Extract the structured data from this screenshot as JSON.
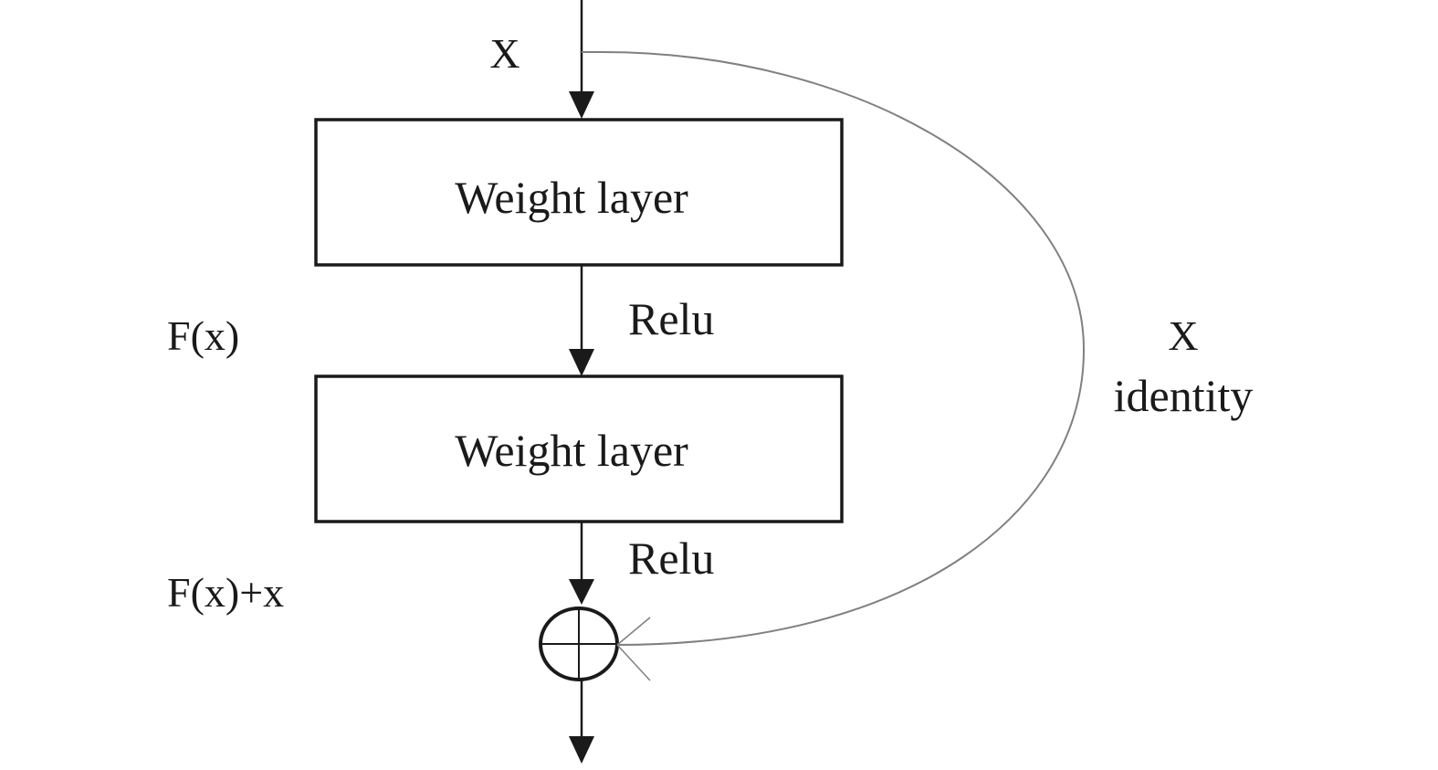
{
  "diagram": {
    "input_label": "X",
    "blocks": [
      {
        "label": "Weight layer"
      },
      {
        "label": "Weight layer"
      }
    ],
    "activations": [
      "Relu",
      "Relu"
    ],
    "fx_label": "F(x)",
    "fx_plus_x_label": "F(x)+x",
    "shortcut": {
      "var_label": "X",
      "name_label": "identity"
    },
    "sum_node_symbol": "⊕"
  },
  "colors": {
    "stroke": "#1a1a1a",
    "shortcut_stroke": "#808080",
    "background": "#ffffff"
  }
}
